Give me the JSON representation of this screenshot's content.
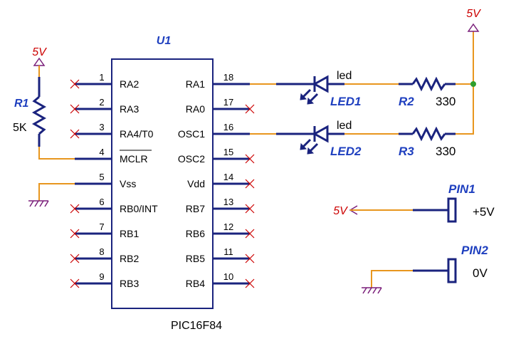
{
  "ic": {
    "ref": "U1",
    "part": "PIC16F84",
    "left_pins": [
      {
        "num": "1",
        "name": "RA2"
      },
      {
        "num": "2",
        "name": "RA3"
      },
      {
        "num": "3",
        "name": "RA4/T0"
      },
      {
        "num": "4",
        "name": "MCLR"
      },
      {
        "num": "5",
        "name": "Vss"
      },
      {
        "num": "6",
        "name": "RB0/INT"
      },
      {
        "num": "7",
        "name": "RB1"
      },
      {
        "num": "8",
        "name": "RB2"
      },
      {
        "num": "9",
        "name": "RB3"
      }
    ],
    "right_pins": [
      {
        "num": "18",
        "name": "RA1"
      },
      {
        "num": "17",
        "name": "RA0"
      },
      {
        "num": "16",
        "name": "OSC1"
      },
      {
        "num": "15",
        "name": "OSC2"
      },
      {
        "num": "14",
        "name": "Vdd"
      },
      {
        "num": "13",
        "name": "RB7"
      },
      {
        "num": "12",
        "name": "RB6"
      },
      {
        "num": "11",
        "name": "RB5"
      },
      {
        "num": "10",
        "name": "RB4"
      }
    ]
  },
  "r1": {
    "ref": "R1",
    "value": "5K",
    "supply": "5V"
  },
  "led1": {
    "ref": "LED1",
    "value": "led"
  },
  "led2": {
    "ref": "LED2",
    "value": "led"
  },
  "r2": {
    "ref": "R2",
    "value": "330"
  },
  "r3": {
    "ref": "R3",
    "value": "330"
  },
  "top_supply": "5V",
  "pin1": {
    "ref": "PIN1",
    "label": "+5V",
    "supply": "5V"
  },
  "pin2": {
    "ref": "PIN2",
    "label": "0V"
  },
  "colors": {
    "wire": "#e8961e",
    "component": "#1a237e",
    "ref_label": "#1e3fbf",
    "power_label": "#cc0000",
    "ground": "#7a1f7a"
  }
}
